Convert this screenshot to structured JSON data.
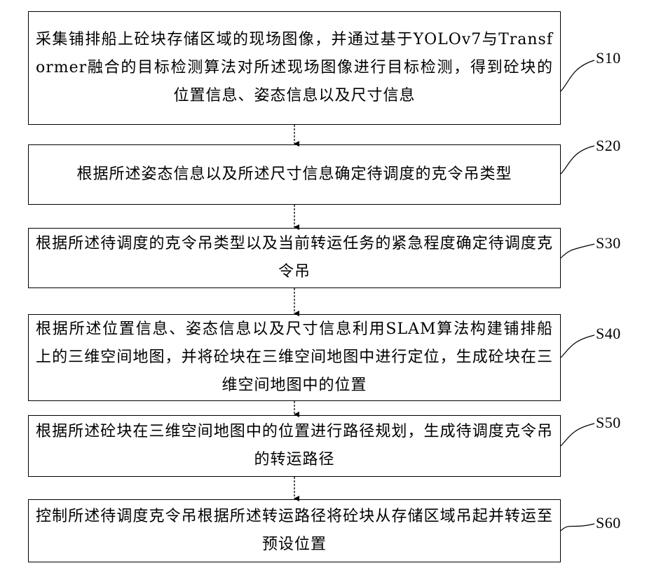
{
  "steps": [
    {
      "id": "S10",
      "text": "采集铺排船上砼块存储区域的现场图像，并通过基于YOLOv7与Transformer融合的目标检测算法对所述现场图像进行目标检测，得到砼块的位置信息、姿态信息以及尺寸信息"
    },
    {
      "id": "S20",
      "text": "根据所述姿态信息以及所述尺寸信息确定待调度的克令吊类型"
    },
    {
      "id": "S30",
      "text": "根据所述待调度的克令吊类型以及当前转运任务的紧急程度确定待调度克令吊"
    },
    {
      "id": "S40",
      "text": "根据所述位置信息、姿态信息以及尺寸信息利用SLAM算法构建铺排船上的三维空间地图，并将砼块在三维空间地图中进行定位，生成砼块在三维空间地图中的位置"
    },
    {
      "id": "S50",
      "text": "根据所述砼块在三维空间地图中的位置进行路径规划，生成待调度克令吊的转运路径"
    },
    {
      "id": "S60",
      "text": "控制所述待调度克令吊根据所述转运路径将砼块从存储区域吊起并转运至预设位置"
    }
  ]
}
